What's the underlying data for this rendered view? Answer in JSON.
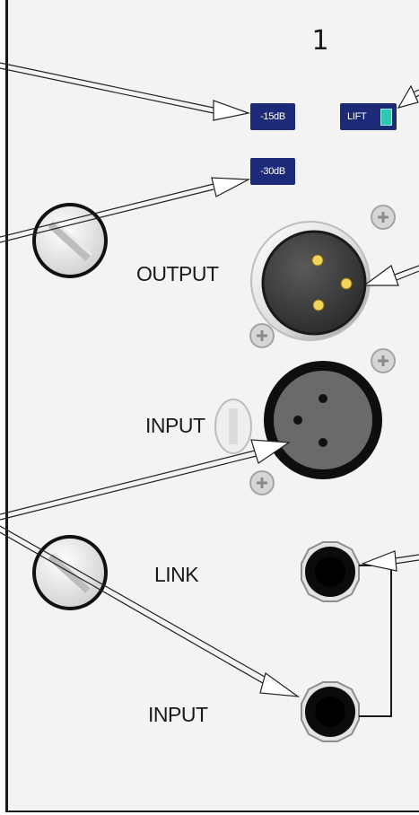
{
  "channel": {
    "number": "1"
  },
  "pads": {
    "pad_15": "-15dB",
    "pad_30": "-30dB",
    "lift": "LIFT"
  },
  "labels": {
    "xlr_output": "OUTPUT",
    "xlr_input": "INPUT",
    "jack_link": "LINK",
    "jack_input": "INPUT"
  },
  "colors": {
    "button_bg": "#1d2a78",
    "lift_led": "#2ec6b5",
    "xlr_pin": "#f2d45a"
  }
}
